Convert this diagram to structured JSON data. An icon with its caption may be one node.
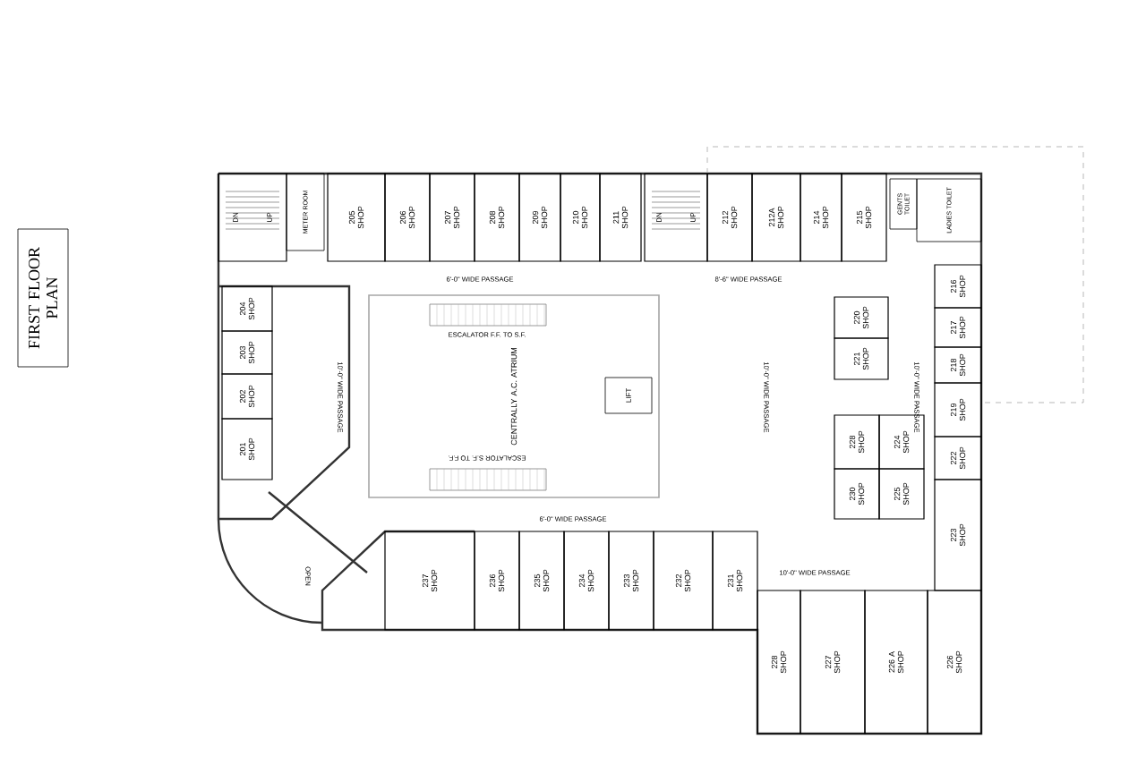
{
  "diagram": {
    "nodes": [
      {
        "text": [
          "FIRST FLOOR PLAN"
        ]
      },
      {
        "text": [
          "DN",
          "UP"
        ]
      },
      {
        "text": [
          "METER ROOM"
        ]
      },
      {
        "text": [
          "205",
          "SHOP"
        ]
      },
      {
        "text": [
          "206",
          "SHOP"
        ]
      },
      {
        "text": [
          "207",
          "SHOP"
        ]
      },
      {
        "text": [
          "208",
          "SHOP"
        ]
      },
      {
        "text": [
          "209",
          "SHOP"
        ]
      },
      {
        "text": [
          "210",
          "SHOP"
        ]
      },
      {
        "text": [
          "211",
          "SHOP"
        ]
      },
      {
        "text": [
          "DN",
          "UP"
        ]
      },
      {
        "text": [
          "212",
          "SHOP"
        ]
      },
      {
        "text": [
          "212A",
          "SHOP"
        ]
      },
      {
        "text": [
          "214",
          "SHOP"
        ]
      },
      {
        "text": [
          "215",
          "SHOP"
        ]
      },
      {
        "text": [
          "GENTS TOILET"
        ]
      },
      {
        "text": [
          "LADIES TOILET"
        ]
      },
      {
        "text": [
          "216",
          "SHOP"
        ]
      },
      {
        "text": [
          "217",
          "SHOP"
        ]
      },
      {
        "text": [
          "218",
          "SHOP"
        ]
      },
      {
        "text": [
          "219",
          "SHOP"
        ]
      },
      {
        "text": [
          "222",
          "SHOP"
        ]
      },
      {
        "text": [
          "223",
          "SHOP"
        ]
      },
      {
        "text": [
          "204",
          "SHOP"
        ]
      },
      {
        "text": [
          "203",
          "SHOP"
        ]
      },
      {
        "text": [
          "202",
          "SHOP"
        ]
      },
      {
        "text": [
          "201",
          "SHOP"
        ]
      },
      {
        "text": [
          "CENTRALLY A.C. ATRIUM"
        ]
      },
      {
        "text": [
          "LIFT"
        ],
        "in": 27
      },
      {
        "text": [
          "220",
          "SHOP"
        ]
      },
      {
        "text": [
          "221",
          "SHOP"
        ]
      },
      {
        "text": [
          "228",
          "SHOP"
        ]
      },
      {
        "text": [
          "224",
          "SHOP"
        ]
      },
      {
        "text": [
          "230",
          "SHOP"
        ]
      },
      {
        "text": [
          "225",
          "SHOP"
        ]
      },
      {
        "text": [
          "237",
          "SHOP"
        ]
      },
      {
        "text": [
          "236",
          "SHOP"
        ]
      },
      {
        "text": [
          "235",
          "SHOP"
        ]
      },
      {
        "text": [
          "234",
          "SHOP"
        ]
      },
      {
        "text": [
          "233",
          "SHOP"
        ]
      },
      {
        "text": [
          "232",
          "SHOP"
        ]
      },
      {
        "text": [
          "231",
          "SHOP"
        ]
      },
      {
        "text": [
          "228",
          "SHOP"
        ]
      },
      {
        "text": [
          "227",
          "SHOP"
        ]
      },
      {
        "text": [
          "226 A",
          "SHOP"
        ]
      },
      {
        "text": [
          "226",
          "SHOP"
        ]
      }
    ],
    "labels": [
      "6'-0\" WIDE PASSAGE",
      "8'-6\" WIDE PASSAGE",
      "ESCALATOR F.F. TO S.F.",
      "10'-0\" WIDE PASSAGE",
      "10'-0\" WIDE PASSAGE",
      "10'-0\" WIDE PASSAGE",
      "ESCALATOR S.F. TO F.F.",
      "6'-0\" WIDE PASSAGE",
      "OPEN",
      "10'-0\" WIDE PASSAGE"
    ]
  }
}
